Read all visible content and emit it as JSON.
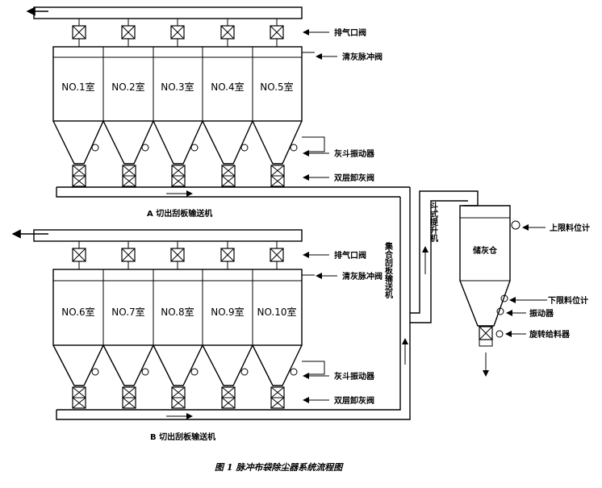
{
  "rows": [
    {
      "rooms": [
        "NO.1室",
        "NO.2室",
        "NO.3室",
        "NO.4室",
        "NO.5室"
      ],
      "labels": {
        "exhaust_valve": "排气口阀",
        "pulse_valve": "清灰脉冲阀",
        "hopper_vibrator": "灰斗振动器",
        "double_valve": "双层卸灰阀"
      },
      "conveyor": "A 切出刮板输送机"
    },
    {
      "rooms": [
        "NO.6室",
        "NO.7室",
        "NO.8室",
        "NO.9室",
        "NO.10室"
      ],
      "labels": {
        "exhaust_valve": "排气口阀",
        "pulse_valve": "清灰脉冲阀",
        "hopper_vibrator": "灰斗振动器",
        "double_valve": "双层卸灰阀"
      },
      "conveyor": "B 切出刮板输送机"
    }
  ],
  "collector": "集合刮板输送机",
  "elevator": "斗式提升机",
  "bin": {
    "name": "储灰仓",
    "upper_level": "上限料位计",
    "lower_level": "下限料位计",
    "vibrator": "振动器",
    "feeder": "旋转给料器"
  },
  "caption": "图 1    脉冲布袋除尘器系统流程图"
}
